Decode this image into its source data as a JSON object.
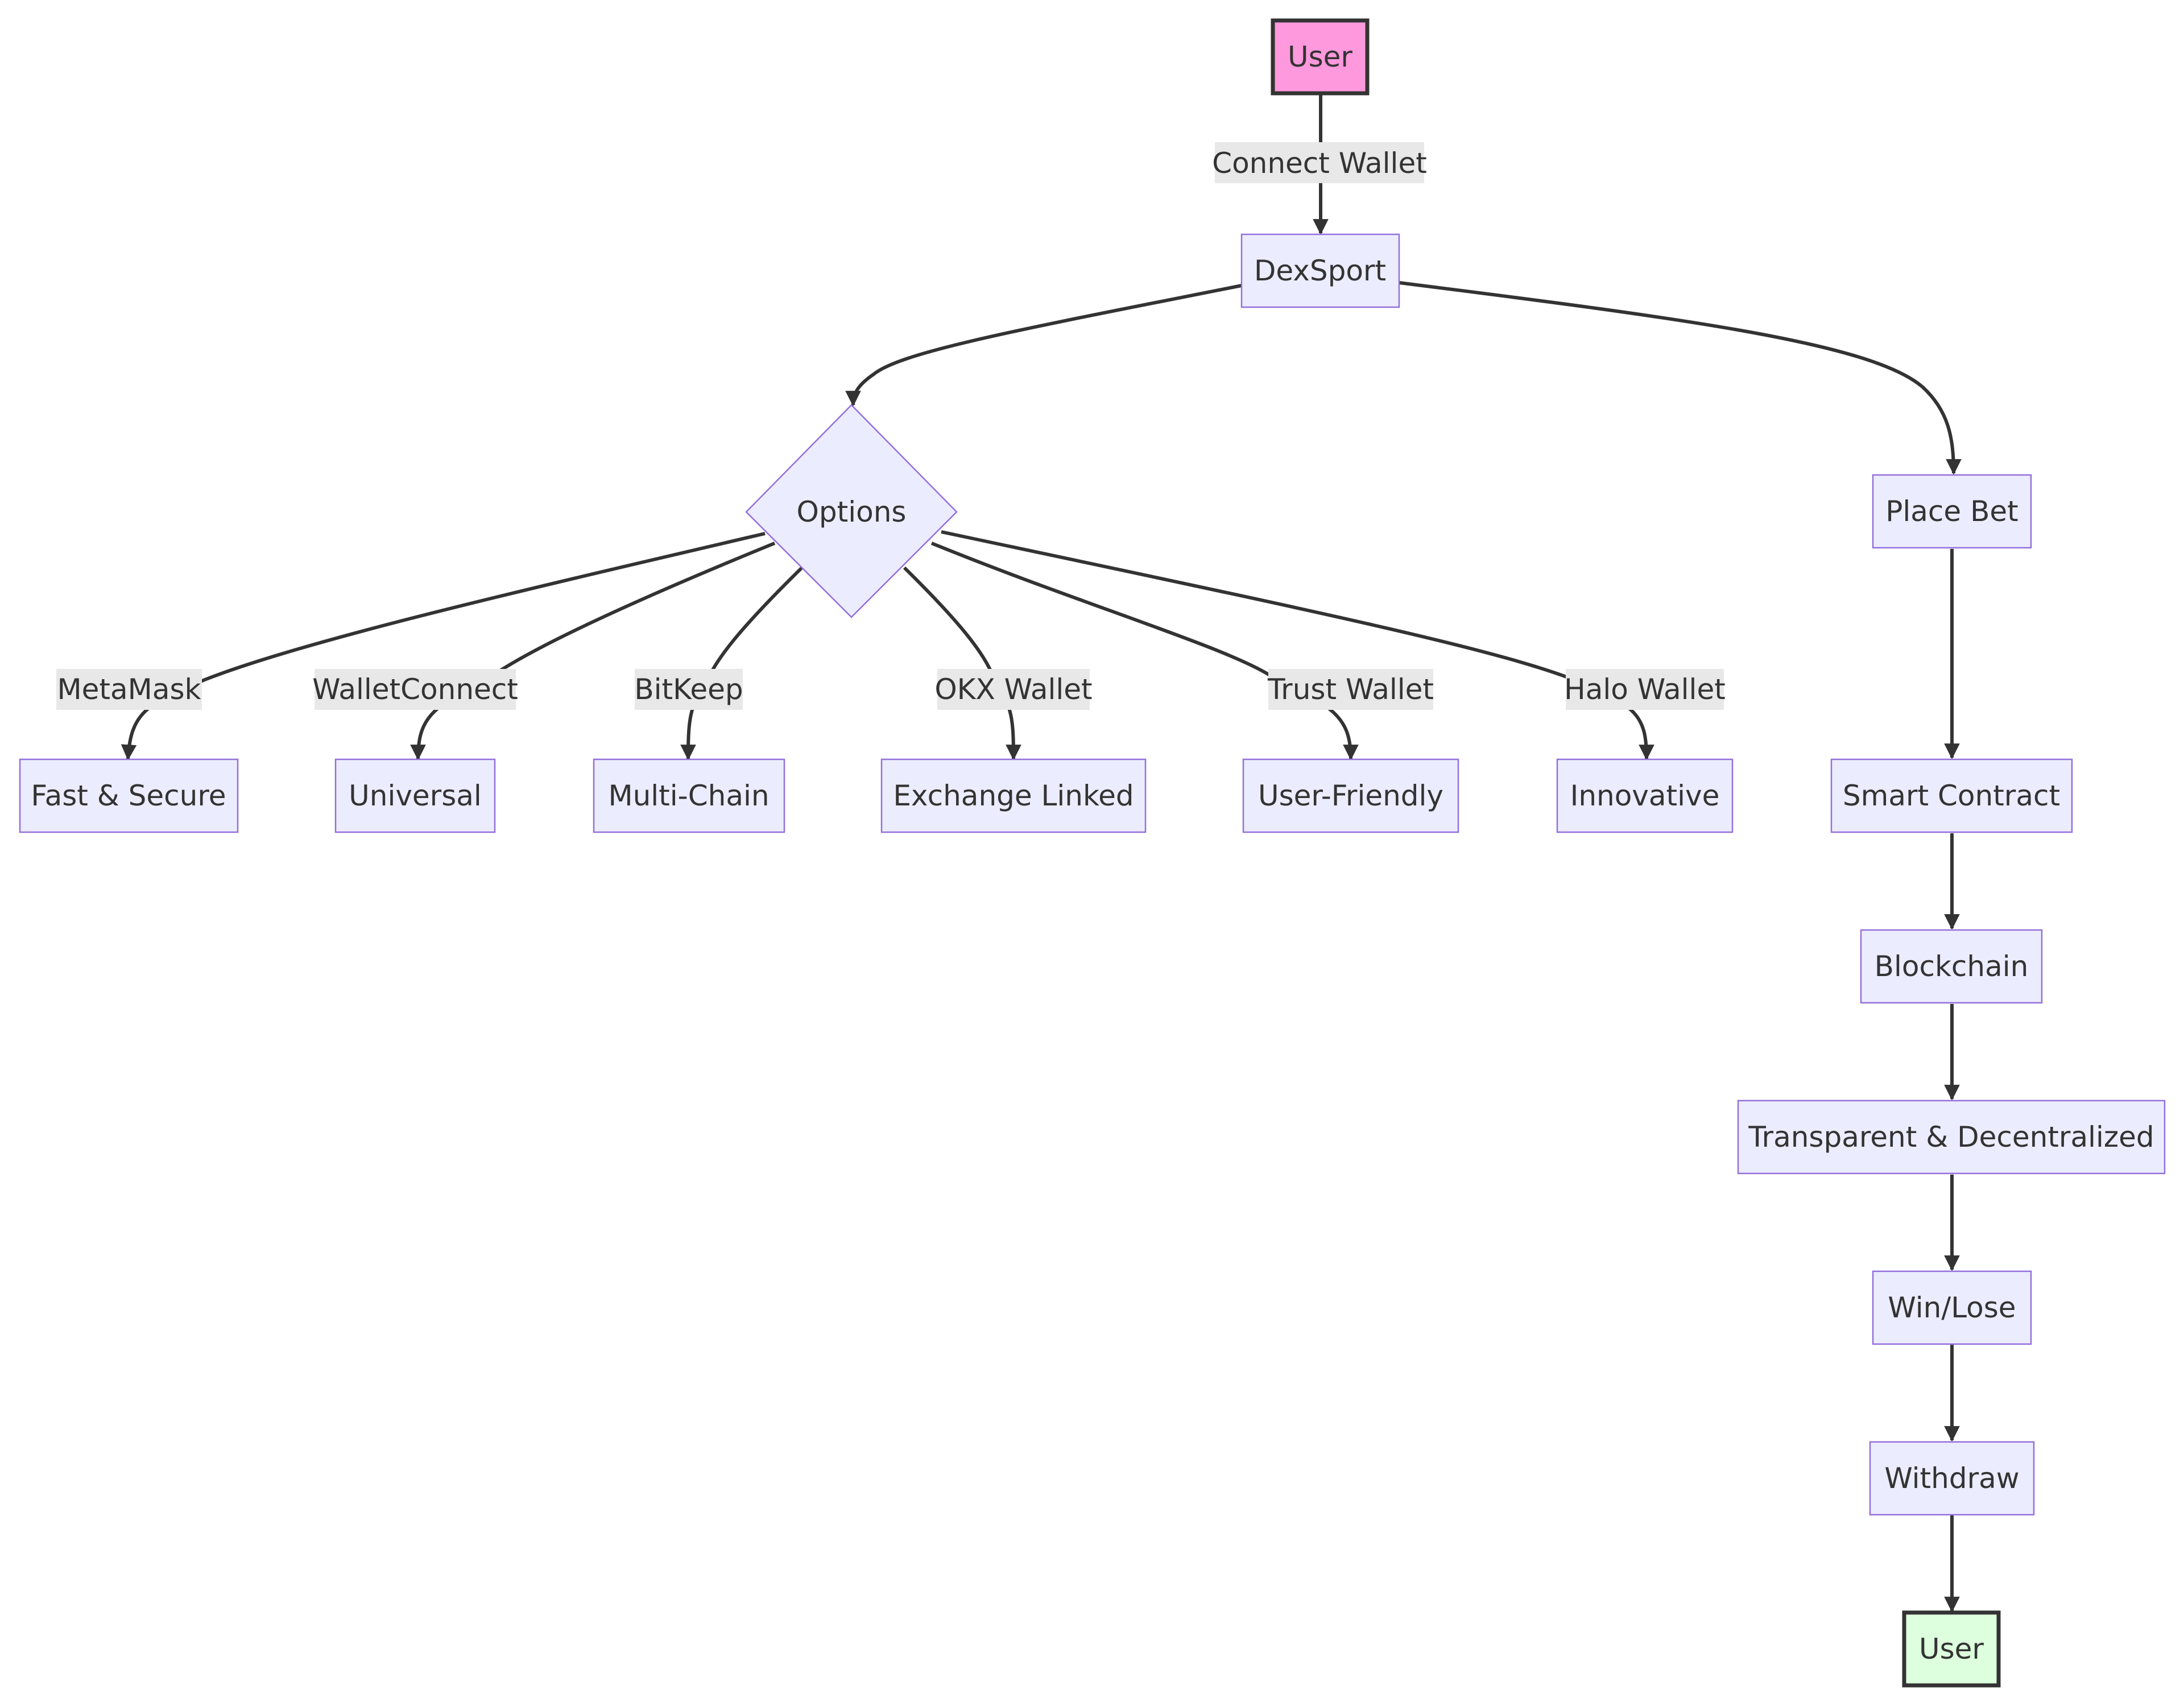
{
  "colors": {
    "node_fill": "#ececff",
    "node_stroke": "#9370db",
    "start_fill": "#ff99dd",
    "end_fill": "#ddffdd",
    "thick_stroke": "#333333",
    "edge": "#333333",
    "edge_label_bg": "#e8e8e8"
  },
  "nodes": {
    "user_start": "User",
    "dexsport": "DexSport",
    "options": "Options",
    "place_bet": "Place Bet",
    "fast_secure": "Fast & Secure",
    "universal": "Universal",
    "multi_chain": "Multi-Chain",
    "exchange_linked": "Exchange Linked",
    "user_friendly": "User-Friendly",
    "innovative": "Innovative",
    "smart_contract": "Smart Contract",
    "blockchain": "Blockchain",
    "transparent": "Transparent & Decentralized",
    "win_lose": "Win/Lose",
    "withdraw": "Withdraw",
    "user_end": "User"
  },
  "edges": [
    {
      "from": "user_start",
      "to": "dexsport",
      "label": "Connect Wallet"
    },
    {
      "from": "dexsport",
      "to": "options",
      "label": ""
    },
    {
      "from": "dexsport",
      "to": "place_bet",
      "label": ""
    },
    {
      "from": "options",
      "to": "fast_secure",
      "label": "MetaMask"
    },
    {
      "from": "options",
      "to": "universal",
      "label": "WalletConnect"
    },
    {
      "from": "options",
      "to": "multi_chain",
      "label": "BitKeep"
    },
    {
      "from": "options",
      "to": "exchange_linked",
      "label": "OKX Wallet"
    },
    {
      "from": "options",
      "to": "user_friendly",
      "label": "Trust Wallet"
    },
    {
      "from": "options",
      "to": "innovative",
      "label": "Halo Wallet"
    },
    {
      "from": "place_bet",
      "to": "smart_contract",
      "label": ""
    },
    {
      "from": "smart_contract",
      "to": "blockchain",
      "label": ""
    },
    {
      "from": "blockchain",
      "to": "transparent",
      "label": ""
    },
    {
      "from": "transparent",
      "to": "win_lose",
      "label": ""
    },
    {
      "from": "win_lose",
      "to": "withdraw",
      "label": ""
    },
    {
      "from": "withdraw",
      "to": "user_end",
      "label": ""
    }
  ]
}
